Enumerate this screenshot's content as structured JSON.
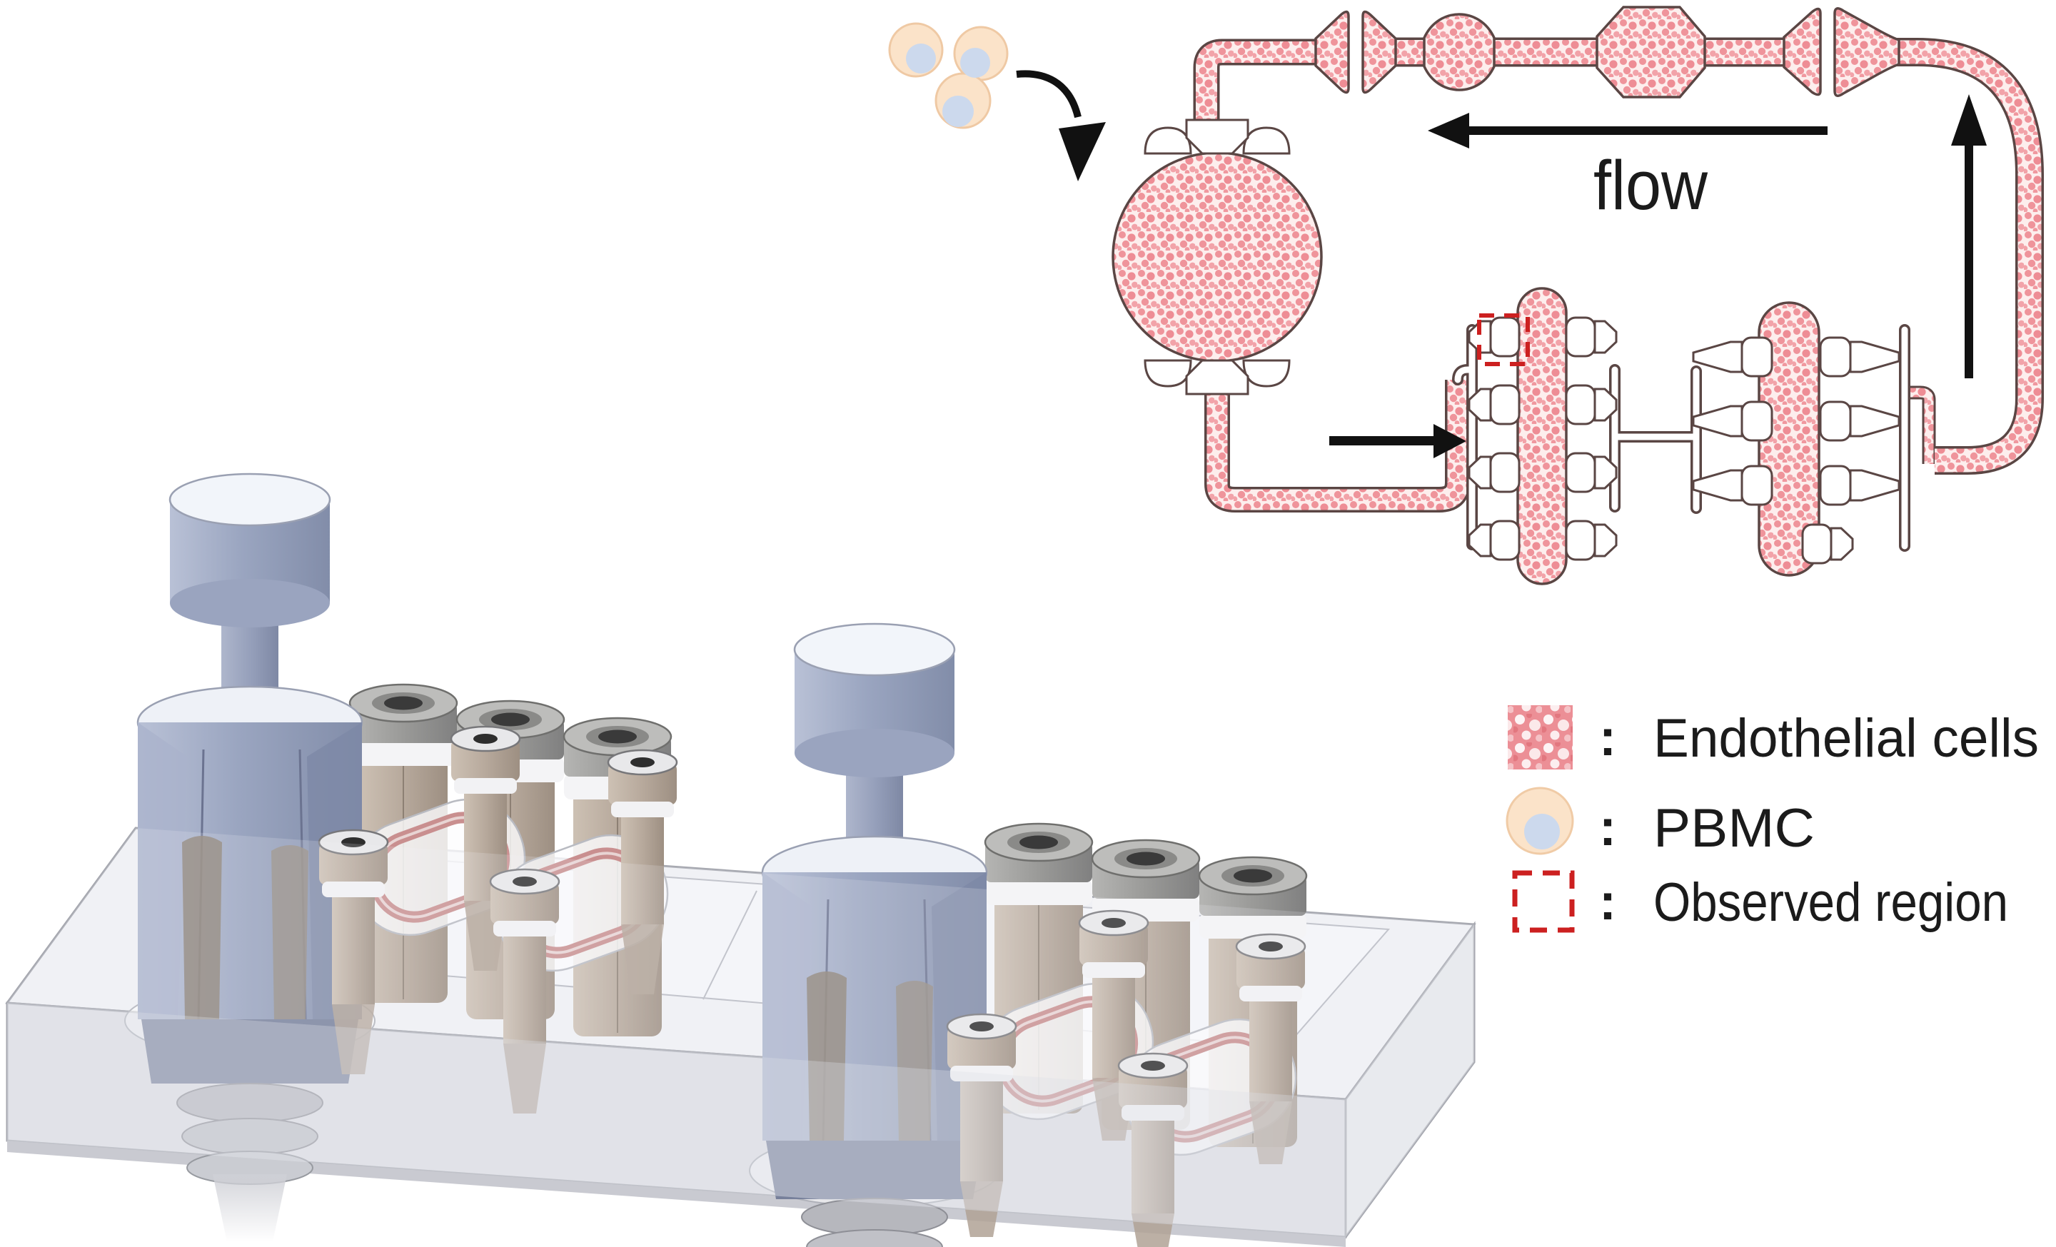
{
  "figure": {
    "flow_label": "flow",
    "legend": {
      "items": [
        {
          "separator": ":",
          "label": "Endothelial cells"
        },
        {
          "separator": ":",
          "label": "PBMC"
        },
        {
          "separator": ":",
          "label": "Observed region"
        }
      ]
    },
    "colors": {
      "endothelial_fill": "#f29aa1",
      "channel_outline": "#4a3a38",
      "pbmc_body": "#fbe3c9",
      "pbmc_nucleus": "#ccd9ed",
      "observed_box": "#cc2020",
      "arrow_black": "#111111",
      "knob_blue": "#9aa5c0",
      "fitting_tan": "#b7a99c",
      "slab_gray": "#e9eaee"
    }
  }
}
